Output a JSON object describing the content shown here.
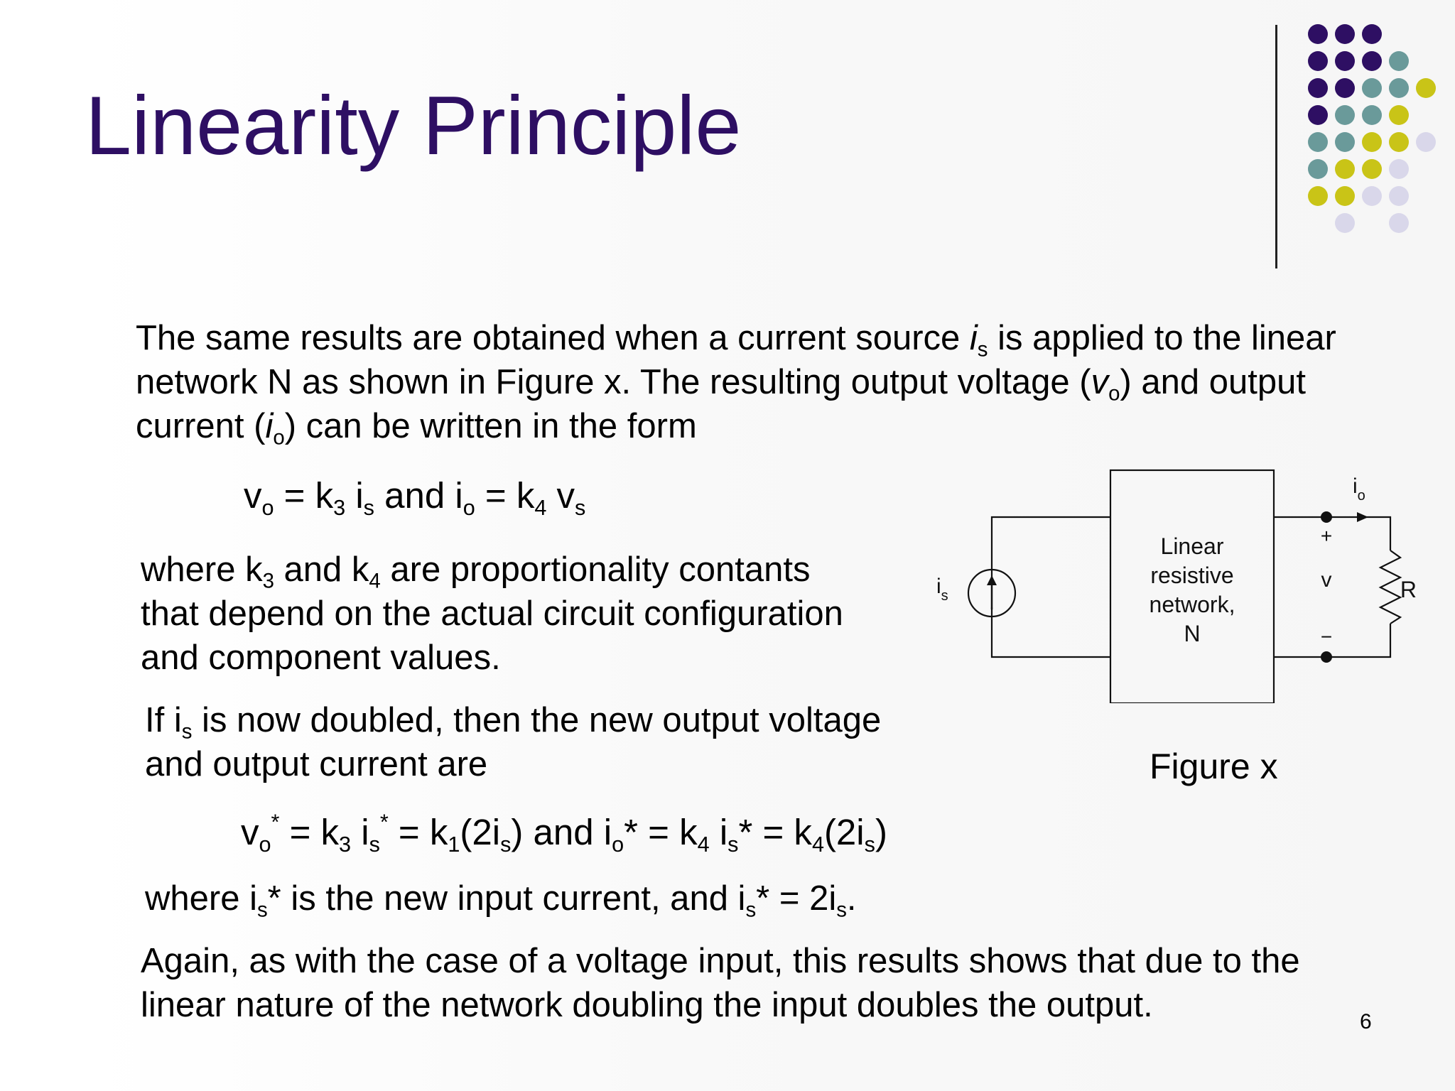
{
  "slide": {
    "title": "Linearity Principle",
    "page_number": "6",
    "accent_colors": {
      "title": "#2e0f63",
      "dot_purple": "#2e0f63",
      "dot_teal": "#6a9a9a",
      "dot_olive": "#c9c417",
      "dot_lavender": "#d9d7ea"
    }
  },
  "para1": {
    "l1a": "The same results are obtained when a current source ",
    "l1_var": "i",
    "l1_sub": "s",
    "l1b": " is applied to the linear",
    "l2a": "network N as shown in Figure x. The resulting output voltage (",
    "l2_var": "v",
    "l2_sub": "o",
    "l2b": ") and output",
    "l3a": "current (",
    "l3_var": "i",
    "l3_sub": "o",
    "l3b": ") can be written in the form"
  },
  "eq1": {
    "v": "v",
    "v_sub": "o",
    "eq": " = k",
    "k_sub": "3",
    "i": " i",
    "i_sub": "s",
    "and": " and i",
    "io_sub": "o",
    "eq2": " = k",
    "k2_sub": "4",
    "vs": " v",
    "vs_sub": "s"
  },
  "para2": {
    "l1a": "where k",
    "l1_sub1": "3",
    "l1b": " and k",
    "l1_sub2": "4",
    "l1c": " are proportionality contants",
    "l2": "that depend on the actual circuit configuration",
    "l3": "and component values."
  },
  "para3": {
    "l1a": "If i",
    "l1_sub": "s",
    "l1b": " is now doubled, then the new output voltage",
    "l2": "and output current are"
  },
  "eq2": {
    "a": "v",
    "a_sub": "o",
    "a_sup": "*",
    "b": " = k",
    "b_sub": "3",
    "c": " i",
    "c_sub": "s",
    "c_sup": "*",
    "d": " = k",
    "d_sub": "1",
    "e": "(2i",
    "e_sub": "s",
    "f": ")  and i",
    "f_sub": "o",
    "g": "* = k",
    "g_sub": "4",
    "h": " i",
    "h_sub": "s",
    "i": "* = k",
    "i_sub": "4",
    "j": "(2i",
    "j_sub": "s",
    "k": ")"
  },
  "para4": {
    "a": "where i",
    "a_sub": "s",
    "b": "* is the new input current, and i",
    "b_sub": "s",
    "c": "* = 2i",
    "c_sub": "s",
    "d": "."
  },
  "para5": {
    "l1": "Again, as with the case of a voltage input, this results shows that due to the",
    "l2": "linear nature of the network doubling the input doubles the output."
  },
  "figure": {
    "caption": "Figure x",
    "box_line1": "Linear",
    "box_line2": "resistive",
    "box_line3": "network,",
    "box_line4": "N",
    "source_label": "i",
    "source_sub": "s",
    "current_label": "i",
    "current_sub": "o",
    "plus": "+",
    "minus": "−",
    "voltage": "v",
    "resistor": "R"
  }
}
